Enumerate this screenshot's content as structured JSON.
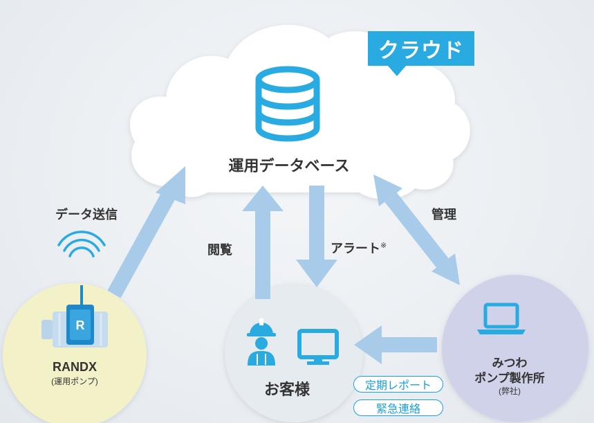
{
  "cloud": {
    "badge": "クラウド",
    "database_label": "運用データベース"
  },
  "arrows": {
    "data_send": "データ送信",
    "browse": "閲覧",
    "alert": "アラート",
    "alert_mark": "※",
    "manage": "管理"
  },
  "nodes": {
    "randx": {
      "name": "RANDX",
      "sub": "(運用ポンプ)"
    },
    "customer": {
      "name": "お客様"
    },
    "mitsuwa": {
      "name_line1": "みつわ",
      "name_line2": "ポンプ製作所",
      "sub": "(弊社)"
    }
  },
  "services": [
    "定期レポート",
    "緊急連絡"
  ],
  "colors": {
    "accent": "#29aae1",
    "arrow": "#a7cbe8",
    "randx_circle": "#f3f1c8",
    "customer_circle": "#e6ebf0",
    "mitsuwa_circle": "#cfd2e8"
  }
}
